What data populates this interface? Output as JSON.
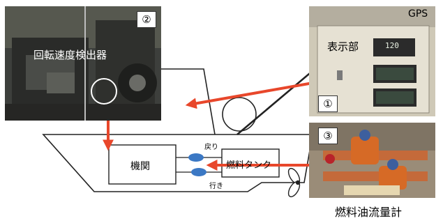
{
  "photos": {
    "engine": {
      "badge": "②",
      "caption": "回転速度検出器"
    },
    "display": {
      "badge": "①",
      "gps": "GPS",
      "caption": "表示部",
      "readout": "120"
    },
    "flowmeter": {
      "badge": "③",
      "caption": "燃料油流量計"
    }
  },
  "diagram": {
    "engine_box": "機関",
    "fuel_tank": "燃料タンク",
    "return_label": "戻り",
    "supply_label": "行き"
  },
  "colors": {
    "arrow": "#e8472b",
    "flow_marker": "#3b78c4",
    "outline": "#222222"
  }
}
